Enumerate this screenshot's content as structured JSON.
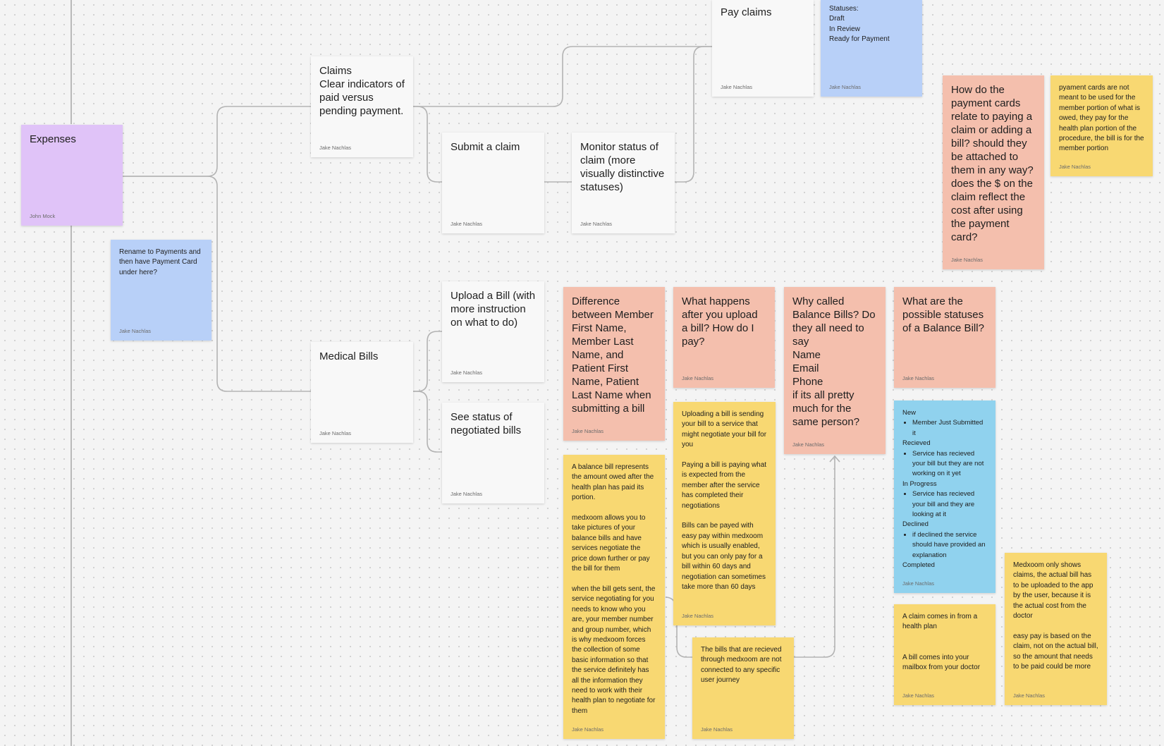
{
  "notes": {
    "expenses": {
      "text": "Expenses",
      "author": "John Mock"
    },
    "rename": {
      "text": "Rename to Payments and then have Payment Card under here?",
      "author": "Jake Nachlas"
    },
    "claims": {
      "text": "Claims\nClear indicators of paid versus pending payment.",
      "author": "Jake Nachlas"
    },
    "pay_claims": {
      "text": "Pay claims",
      "author": "Jake Nachlas"
    },
    "statuses": {
      "text": "Statuses:\nDraft\nIn Review\nReady for Payment",
      "author": "Jake Nachlas"
    },
    "submit_claim": {
      "text": "Submit a claim",
      "author": "Jake Nachlas"
    },
    "monitor_status": {
      "text": "Monitor status of claim (more visually distinctive statuses)",
      "author": "Jake Nachlas"
    },
    "payment_cards_question": {
      "text": "How do the payment cards relate to paying a claim or adding a bill? should they be attached to them in any way? does the $ on the claim reflect the cost after using the payment card?",
      "author": "Jake Nachlas"
    },
    "payment_cards_answer": {
      "text": "pyament cards are not meant to be used for the member portion of what is owed, they pay for the health plan portion of the procedure, the bill is for the member portion",
      "author": "Jake Nachlas"
    },
    "upload_bill": {
      "text": "Upload a Bill (with more instruction on what to do)",
      "author": "Jake Nachlas"
    },
    "medical_bills": {
      "text": "Medical Bills",
      "author": "Jake Nachlas"
    },
    "see_status": {
      "text": "See status of negotiated bills",
      "author": "Jake Nachlas"
    },
    "difference_names": {
      "text": "Difference between Member First Name, Member Last Name, and Patient First Name, Patient Last Name when submitting a bill",
      "author": "Jake Nachlas"
    },
    "what_happens": {
      "text": "What happens after you upload a bill? How do I pay?",
      "author": "Jake Nachlas"
    },
    "why_called": {
      "text": "Why called Balance Bills? Do they all need to say\nName\nEmail\nPhone\nif its all pretty much for the same person?",
      "author": "Jake Nachlas"
    },
    "possible_statuses": {
      "text": "What are the possible statuses of a Balance Bill?",
      "author": "Jake Nachlas"
    },
    "balance_bill_info": {
      "text": "A balance bill represents the amount owed after the health plan has paid its portion.\n\nmedxoom allows you to take pictures of your balance bills and have services negotiate the price down further or pay the bill for them\n\nwhen the bill gets sent, the service negotiating for you needs to know who you are, your member number and group number, which is why medxoom forces the collection of some basic information so that the service definitely has all the information they need to work with their health plan to negotiate for them",
      "author": "Jake Nachlas"
    },
    "uploading_info": {
      "text": "Uploading a bill is sending your bill to a service that might negotiate your bill for you\n\nPaying a bill is paying what is expected from the member after the service has completed their negotiations\n\nBills can be payed with easy pay within medxoom which is usually enabled, but you can only pay for a bill within 60 days and negotiation can sometimes take more than 60 days",
      "author": "Jake Nachlas"
    },
    "bills_received": {
      "text": "The bills that are recieved through medxoom are not connected to any specific user journey",
      "author": "Jake Nachlas"
    },
    "status_list": {
      "author": "Jake Nachlas",
      "statuses": [
        {
          "name": "New",
          "desc": "Member Just Submitted it"
        },
        {
          "name": "Recieved",
          "desc": "Service has recieved your bill but they are not working on it yet"
        },
        {
          "name": "In Progress",
          "desc": "Service has recieved your bill and they are looking at it"
        },
        {
          "name": "Declined",
          "desc": "if declined the service should have provided an explanation"
        },
        {
          "name": "Completed",
          "desc": ""
        }
      ]
    },
    "claim_vs_bill": {
      "text": "A claim comes in from a health plan\n\n\nA bill comes into your mailbox from your doctor",
      "author": "Jake Nachlas"
    },
    "medxoom_claims": {
      "text": "Medxoom only shows claims, the actual bill has to be uploaded to the app by the user, because it is the actual cost from the doctor\n\neasy pay is based on the claim, not on the actual bill, so the amount that needs to be paid could be more",
      "author": "Jake Nachlas"
    }
  },
  "colors": {
    "connector": "#b3b3b3",
    "white_note": "#f8f8f8",
    "purple_note": "#e0c3f8",
    "blue_note": "#b8d0f8",
    "cyan_note": "#90d2ee",
    "salmon_note": "#f4bfad",
    "yellow_note": "#f8d872"
  }
}
